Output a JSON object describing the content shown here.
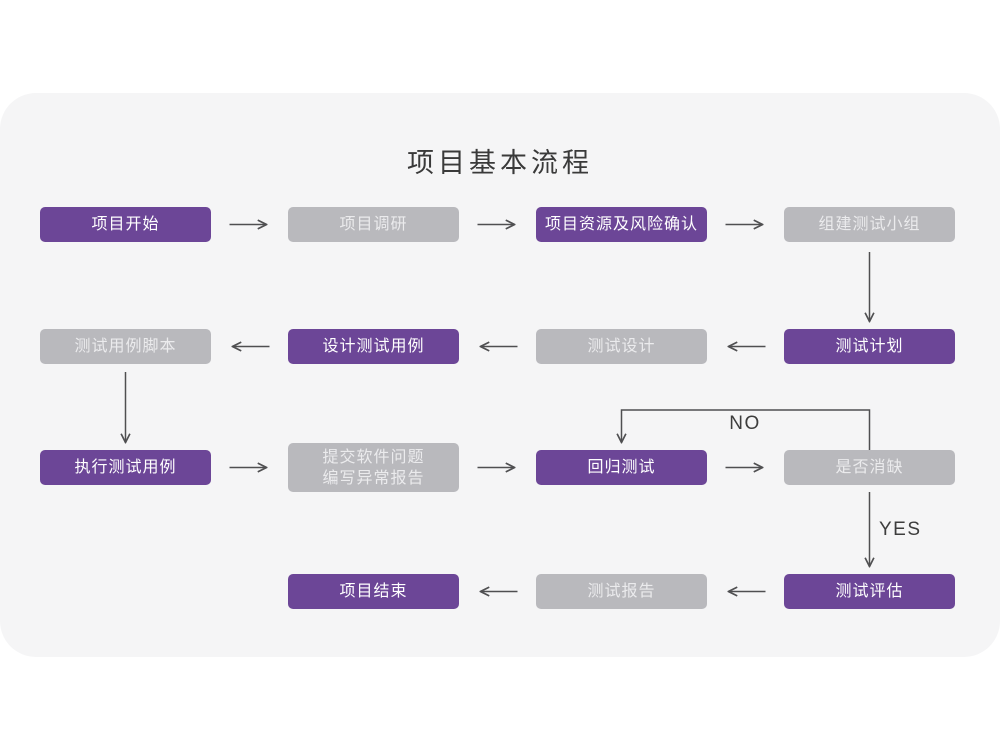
{
  "title": "项目基本流程",
  "colors": {
    "purple": "#6c4697",
    "gray": "#b9b9bd",
    "card_bg": "#f5f5f6",
    "arrow": "#4f4f51",
    "node_text": "#ffffff",
    "gray_text": "#ebebed",
    "title_text": "#3a3a3a",
    "label_text": "#3d3d3d"
  },
  "decision": {
    "no_label": "NO",
    "yes_label": "YES"
  },
  "flowchart": {
    "nodes": [
      {
        "id": "project-start",
        "label": "项目开始",
        "style": "purple"
      },
      {
        "id": "project-research",
        "label": "项目调研",
        "style": "gray"
      },
      {
        "id": "resource-risk-confirm",
        "label": "项目资源及风险确认",
        "style": "purple"
      },
      {
        "id": "build-test-team",
        "label": "组建测试小组",
        "style": "gray"
      },
      {
        "id": "test-plan",
        "label": "测试计划",
        "style": "purple"
      },
      {
        "id": "test-design",
        "label": "测试设计",
        "style": "gray"
      },
      {
        "id": "design-test-cases",
        "label": "设计测试用例",
        "style": "purple"
      },
      {
        "id": "test-case-script",
        "label": "测试用例脚本",
        "style": "gray"
      },
      {
        "id": "execute-test-cases",
        "label": "执行测试用例",
        "style": "purple"
      },
      {
        "id": "submit-issue-report",
        "label_line1": "提交软件问题",
        "label_line2": "编写异常报告",
        "style": "gray tall"
      },
      {
        "id": "regression-test",
        "label": "回归测试",
        "style": "purple"
      },
      {
        "id": "defect-resolved",
        "label": "是否消缺",
        "style": "gray"
      },
      {
        "id": "test-evaluation",
        "label": "测试评估",
        "style": "purple"
      },
      {
        "id": "test-report",
        "label": "测试报告",
        "style": "gray"
      },
      {
        "id": "project-end",
        "label": "项目结束",
        "style": "purple"
      }
    ]
  }
}
